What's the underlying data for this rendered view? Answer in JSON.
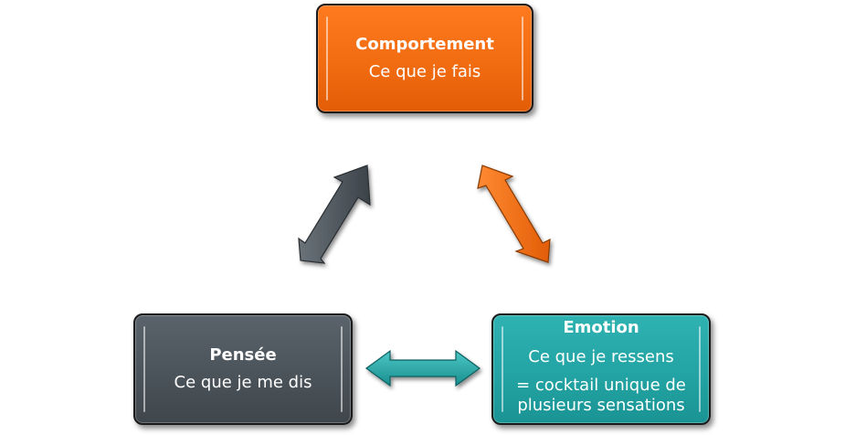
{
  "nodes": {
    "comportement": {
      "title": "Comportement",
      "subtitle": "Ce que je fais",
      "color": "#f06a10"
    },
    "pensee": {
      "title": "Pensée",
      "subtitle": "Ce que je me dis",
      "color": "#4a5259"
    },
    "emotion": {
      "title": "Emotion",
      "subtitle": "Ce que je ressens",
      "detail_line1": "= cocktail unique de",
      "detail_line2": "plusieurs sensations",
      "color": "#22a2a2"
    }
  },
  "edges": [
    {
      "from": "pensee",
      "to": "comportement",
      "style": "double-arrow",
      "color": "#4a5259"
    },
    {
      "from": "comportement",
      "to": "emotion",
      "style": "double-arrow",
      "color": "#f06a10"
    },
    {
      "from": "pensee",
      "to": "emotion",
      "style": "double-arrow",
      "color": "#22a2a2"
    }
  ]
}
